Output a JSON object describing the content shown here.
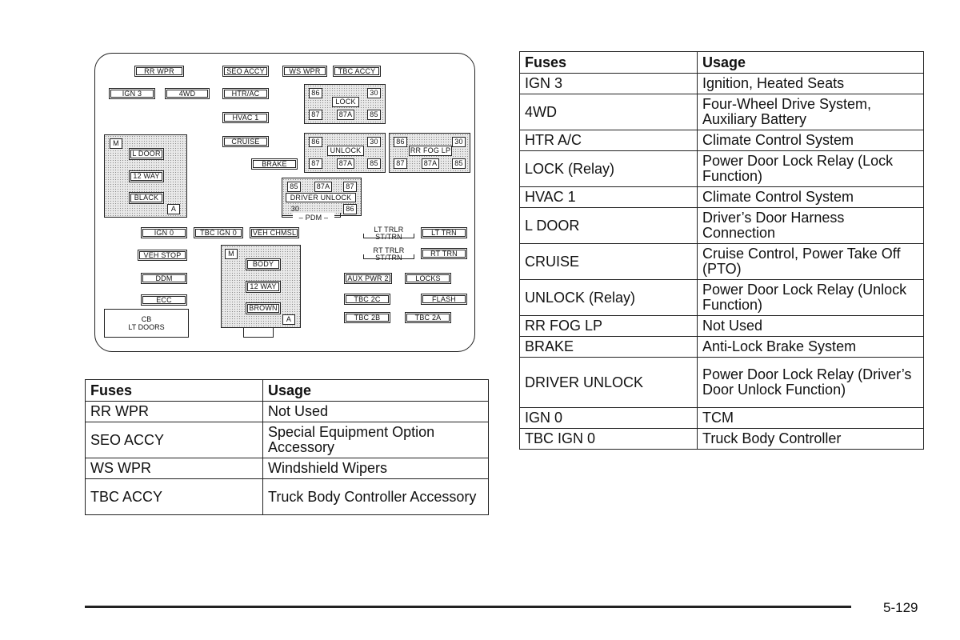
{
  "diagram": {
    "labels": {
      "rr_wpr": "RR WPR",
      "seo_accy": "SEO ACCY",
      "ws_wpr": "WS WPR",
      "tbc_accy": "TBC ACCY",
      "ign3": "IGN 3",
      "four_wd": "4WD",
      "htr_ac": "HTR/AC",
      "hvac1": "HVAC 1",
      "cruise": "CRUISE",
      "brake": "BRAKE",
      "ign0": "IGN 0",
      "tbc_ign0": "TBC IGN 0",
      "veh_chmsl": "VEH CHMSL",
      "veh_stop": "VEH STOP",
      "ddm": "DDM",
      "ecc": "ECC",
      "cb_line1": "CB",
      "cb_line2": "LT DOORS",
      "lt_trlr_line1": "LT TRLR",
      "lt_trlr_line2": "ST/TRN",
      "lt_trn": "LT TRN",
      "rt_trlr_line1": "RT TRLR",
      "rt_trlr_line2": "ST/TRN",
      "rt_trn": "RT TRN",
      "aux_pwr2": "AUX PWR 2",
      "locks": "LOCKS",
      "tbc_2c": "TBC 2C",
      "flash": "FLASH",
      "tbc_2b": "TBC 2B",
      "tbc_2a": "TBC 2A"
    },
    "lock_relay": {
      "name": "LOCK",
      "p86": "86",
      "p30": "30",
      "p87": "87",
      "p87a": "87A",
      "p85": "85"
    },
    "unlock_relay": {
      "name": "UNLOCK",
      "p86": "86",
      "p30": "30",
      "p87": "87",
      "p87a": "87A",
      "p85": "85"
    },
    "rr_fog_relay": {
      "name": "RR FOG LP",
      "p86": "86",
      "p30": "30",
      "p87": "87",
      "p87a": "87A",
      "p85": "85"
    },
    "driver_unlock_relay": {
      "name": "DRIVER UNLOCK",
      "p85": "85",
      "p87a": "87A",
      "p87": "87",
      "p30": "30",
      "p86": "86",
      "pdm": "– PDM –"
    },
    "left_connector": {
      "m": "M",
      "l_door": "L DOOR",
      "twelve_way": "12 WAY",
      "black": "BLACK",
      "a": "A"
    },
    "center_connector": {
      "m": "M",
      "body": "BODY",
      "twelve_way": "12 WAY",
      "brown": "BROWN",
      "a": "A"
    }
  },
  "table_bottom": {
    "headers": [
      "Fuses",
      "Usage"
    ],
    "rows": [
      [
        "RR WPR",
        "Not Used"
      ],
      [
        "SEO ACCY",
        "Special Equipment Option Accessory"
      ],
      [
        "WS WPR",
        "Windshield Wipers"
      ],
      [
        "TBC ACCY",
        "Truck Body Controller Accessory"
      ]
    ]
  },
  "table_right": {
    "headers": [
      "Fuses",
      "Usage"
    ],
    "rows": [
      [
        "IGN 3",
        "Ignition, Heated Seats"
      ],
      [
        "4WD",
        "Four-Wheel Drive System, Auxiliary Battery"
      ],
      [
        "HTR A/C",
        "Climate Control System"
      ],
      [
        "LOCK (Relay)",
        "Power Door Lock Relay (Lock Function)"
      ],
      [
        "HVAC 1",
        "Climate Control System"
      ],
      [
        "L DOOR",
        "Driver’s Door Harness Connection"
      ],
      [
        "CRUISE",
        "Cruise Control, Power Take Off (PTO)"
      ],
      [
        "UNLOCK (Relay)",
        "Power Door Lock Relay (Unlock Function)"
      ],
      [
        "RR FOG LP",
        "Not Used"
      ],
      [
        "BRAKE",
        "Anti-Lock Brake System"
      ],
      [
        "DRIVER UNLOCK",
        "Power Door Lock Relay (Driver’s Door Unlock Function)"
      ],
      [
        "IGN 0",
        "TCM"
      ],
      [
        "TBC IGN 0",
        "Truck Body Controller"
      ]
    ]
  },
  "page_number": "5-129"
}
